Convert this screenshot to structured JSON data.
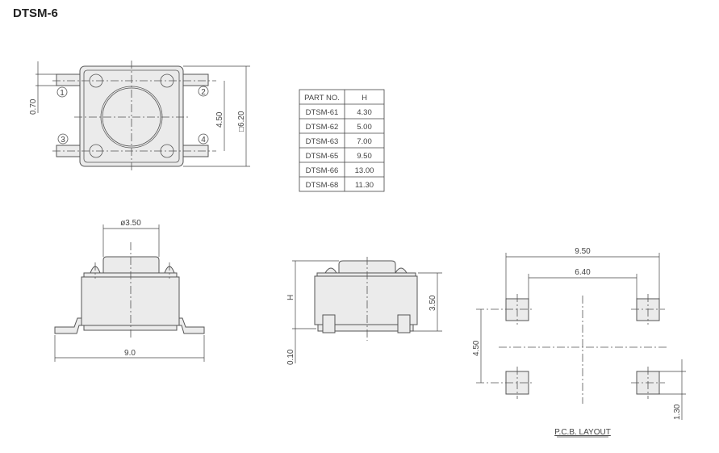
{
  "title": "DTSM-6",
  "top_view": {
    "pins": [
      "1",
      "2",
      "3",
      "4"
    ],
    "dim_lead_width": "0.70",
    "dim_pin_pitch": "4.50",
    "dim_body": "□6.20"
  },
  "table": {
    "headers": [
      "PART NO.",
      "H"
    ],
    "rows": [
      [
        "DTSM-61",
        "4.30"
      ],
      [
        "DTSM-62",
        "5.00"
      ],
      [
        "DTSM-63",
        "7.00"
      ],
      [
        "DTSM-65",
        "9.50"
      ],
      [
        "DTSM-66",
        "13.00"
      ],
      [
        "DTSM-68",
        "11.30"
      ]
    ]
  },
  "side_view": {
    "dim_cap": "ø3.50",
    "dim_length": "9.0"
  },
  "end_view": {
    "dim_h": "H",
    "dim_body_height": "3.50",
    "dim_standoff": "0.10"
  },
  "pcb": {
    "dim_outer": "9.50",
    "dim_inner": "6.40",
    "dim_pitch": "4.50",
    "dim_pad": "1.30",
    "caption": "P.C.B. LAYOUT"
  }
}
